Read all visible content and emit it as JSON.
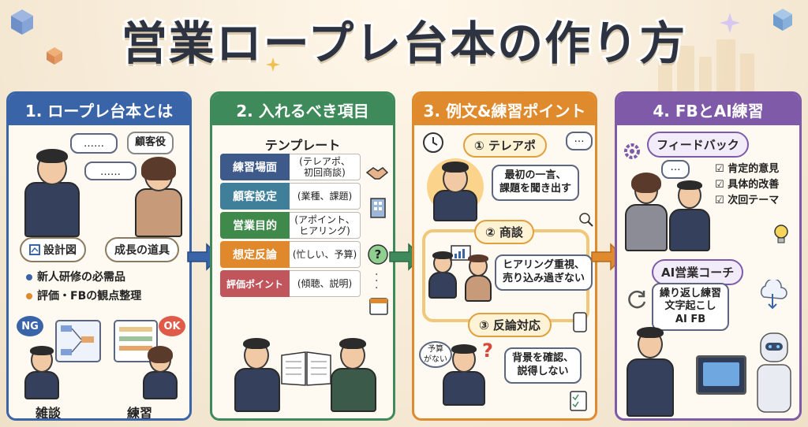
{
  "title": "営業ロープレ台本の作り方",
  "panels": [
    {
      "header": "1. ロープレ台本とは",
      "role_badge": "顧客役",
      "pills": [
        "設計図",
        "成長の道具"
      ],
      "bullets": [
        "新人研修の必需品",
        "評価・FBの観点整理"
      ],
      "ng_label": "NG",
      "ok_label": "OK",
      "bottom_left": "雑談",
      "bottom_right": "練習"
    },
    {
      "header": "2. 入れるべき項目",
      "template_title": "テンプレート",
      "rows": [
        {
          "label": "練習場面",
          "value": "(テレアポ、\n初回商談)",
          "color": "#3e5a8a"
        },
        {
          "label": "顧客設定",
          "value": "(業種、課題)",
          "color": "#3f7f9a"
        },
        {
          "label": "営業目的",
          "value": "(アポイント、\nヒアリング)",
          "color": "#3f8a4a"
        },
        {
          "label": "想定反論",
          "value": "(忙しい、予算)",
          "color": "#e0892c"
        },
        {
          "label": "評価ポイント",
          "value": "(傾聴、説明)",
          "color": "#c0565c"
        }
      ]
    },
    {
      "header": "3. 例文&練習ポイント",
      "steps": [
        {
          "label": "① テレアポ",
          "bubble": "最初の一言、\n課題を聞き出す"
        },
        {
          "label": "② 商談",
          "bubble": "ヒアリング重視、\n売り込み過ぎない"
        },
        {
          "label": "③ 反論対応",
          "bubble": "背景を確認、\n説得しない"
        }
      ],
      "budget_bubble": "予算\nがない"
    },
    {
      "header": "4. FBとAI練習",
      "feedback_title": "フィードバック",
      "checks": [
        "肯定的意見",
        "具体的改善",
        "次回テーマ"
      ],
      "ai_title": "AI営業コーチ",
      "ai_bubble": "繰り返し練習\n文字起こし\nAI FB"
    }
  ],
  "colors": {
    "panel1": "#3a64a8",
    "panel2": "#3f8a5a",
    "panel3": "#e08a2e",
    "panel4": "#7e5aa8"
  }
}
